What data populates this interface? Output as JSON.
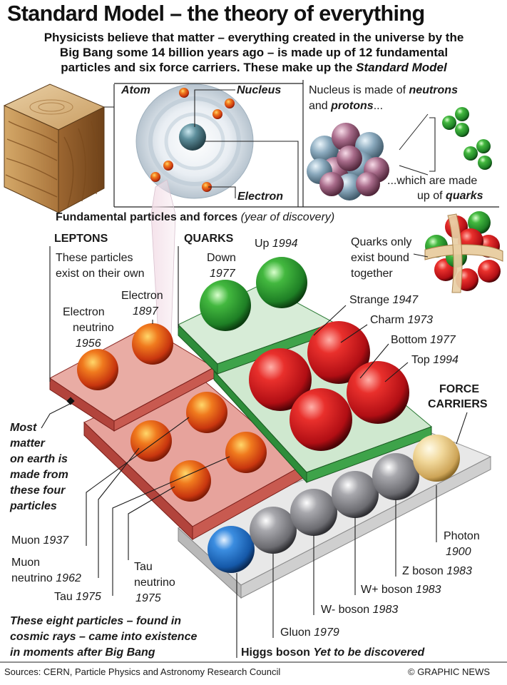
{
  "header": {
    "title": "Standard Model – the theory of everything",
    "intro_1": "Physicists believe that matter – everything created in the universe by the",
    "intro_2": "Big Bang some 14 billion years ago – is made up of 12 fundamental",
    "intro_3": "particles and six force carriers. These make up the",
    "intro_em": "Standard Model"
  },
  "atom_panel": {
    "atom": "Atom",
    "nucleus": "Nucleus",
    "electron": "Electron",
    "nucleus_made_1": "Nucleus is made of",
    "neutrons": "neutrons",
    "and": "and",
    "protons": "protons",
    "ellipsis": "...",
    "made_of_quarks_1": "...which are made",
    "made_of_quarks_2": "up of",
    "quarks": "quarks"
  },
  "section": {
    "heading": "Fundamental particles and forces",
    "heading_note": "(year of discovery)"
  },
  "leptons": {
    "heading": "LEPTONS",
    "desc_1": "These particles",
    "desc_2": "exist on their own",
    "electron": "Electron",
    "electron_year": "1897",
    "electron_neutrino_1": "Electron",
    "electron_neutrino_2": "neutrino",
    "electron_neutrino_year": "1956",
    "muon": "Muon",
    "muon_year": "1937",
    "muon_neutrino_1": "Muon",
    "muon_neutrino_2": "neutrino",
    "muon_neutrino_year": "1962",
    "tau": "Tau",
    "tau_year": "1975",
    "tau_neutrino_1": "Tau",
    "tau_neutrino_2": "neutrino",
    "tau_neutrino_year": "1975"
  },
  "quarks": {
    "heading": "QUARKS",
    "up": "Up",
    "up_year": "1994",
    "down": "Down",
    "down_year": "1977",
    "strange": "Strange",
    "strange_year": "1947",
    "charm": "Charm",
    "charm_year": "1973",
    "bottom": "Bottom",
    "bottom_year": "1977",
    "top": "Top",
    "top_year": "1994",
    "bound_1": "Quarks only",
    "bound_2": "exist bound",
    "bound_3": "together"
  },
  "force": {
    "heading_1": "FORCE",
    "heading_2": "CARRIERS",
    "photon": "Photon",
    "photon_year": "1900",
    "z_boson": "Z boson",
    "z_year": "1983",
    "w_plus": "W+ boson",
    "w_plus_year": "1983",
    "w_minus": "W- boson",
    "w_minus_year": "1983",
    "gluon": "Gluon",
    "gluon_year": "1979",
    "higgs": "Higgs boson",
    "higgs_note": "Yet to be discovered"
  },
  "notes": {
    "most_1": "Most",
    "most_2": "matter",
    "most_3": "on earth is",
    "most_4": "made from",
    "most_5": "these four",
    "most_6": "particles",
    "eight_1": "These eight particles – found in",
    "eight_2": "cosmic rays – came into existence",
    "eight_3": "in moments after Big Bang"
  },
  "footer": {
    "sources": "Sources: CERN, Particle Physics and Astronomy Research Council",
    "credit": "© GRAPHIC NEWS"
  },
  "colors": {
    "lepton_platform": "#e7a39c",
    "quark_platform": "#cfe8cf",
    "force_platform": "#e6e6e6",
    "lepton_ball": "#e0501c",
    "quark_red": "#d81e23",
    "quark_green": "#2ea33a",
    "boson_grey": "#8e8e92",
    "higgs_blue": "#2a78cf",
    "photon_cream": "#f0d79a"
  }
}
